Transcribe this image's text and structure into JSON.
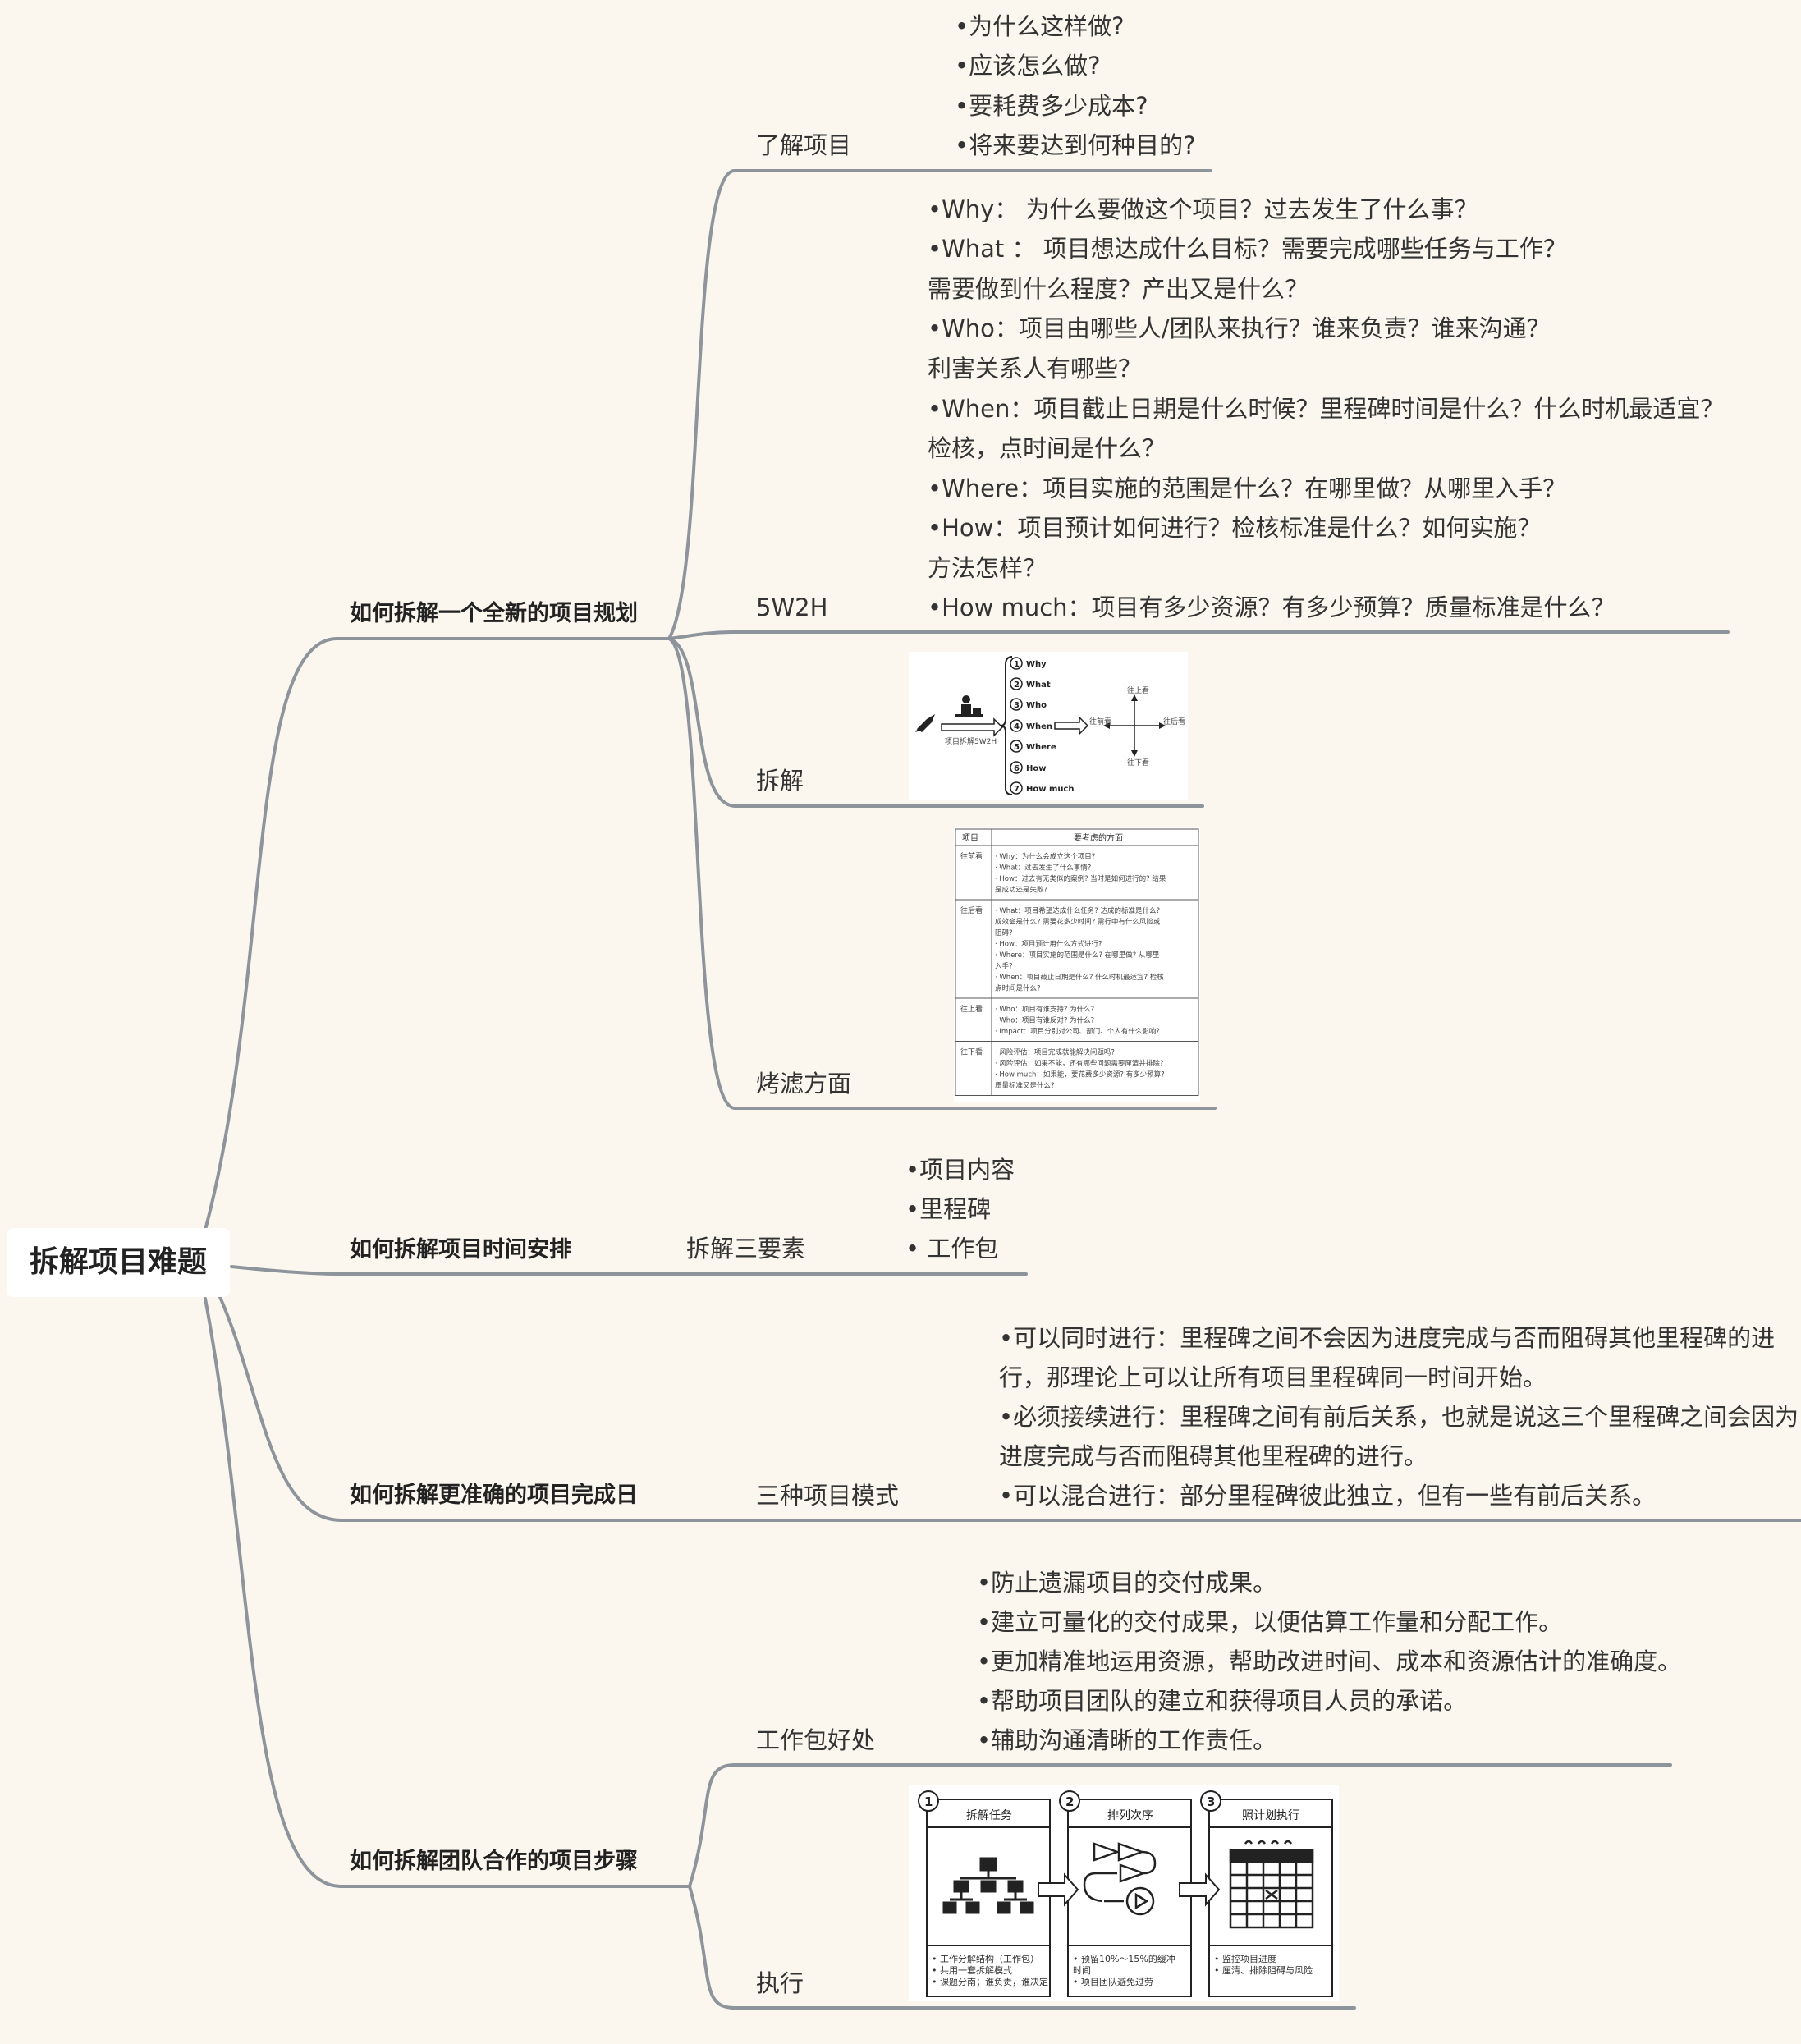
{
  "root": {
    "label": "拆解项目难题"
  },
  "branches": {
    "plan": {
      "label": "如何拆解一个全新的项目规划",
      "understand": {
        "label": "了解项目",
        "notes": [
          "•为什么这样做?",
          "•应该怎么做?",
          "•要耗费多少成本?",
          "•将来要达到何种目的?"
        ]
      },
      "w5h2": {
        "label": "5W2H",
        "notes": [
          "•Why：  为什么要做这个项目？过去发生了什么事？",
          "•What ：  项目想达成什么目标？需要完成哪些任务与工作？",
          "需要做到什么程度？产出又是什么？",
          "•Who：项目由哪些人/团队来执行？谁来负责？谁来沟通？",
          "利害关系人有哪些？",
          "•When：项目截止日期是什么时候？里程碑时间是什么？什么时机最适宜？",
          "检核，点时间是什么？",
          "•Where：项目实施的范围是什么？在哪里做？从哪里入手？",
          "•How：项目预计如何进行？检核标准是什么？如何实施？",
          "方法怎样？",
          "•How much：项目有多少资源？有多少预算？质量标准是什么？"
        ]
      },
      "breakdown": {
        "label": "拆解",
        "image": {
          "items": [
            "Why",
            "What",
            "Who",
            "When",
            "Where",
            "How",
            "How much"
          ],
          "caption": "项目拆解5W2H",
          "axis_up": "往上看",
          "axis_down": "往下看",
          "axis_left": "往前看",
          "axis_right": "往后看"
        }
      },
      "filter": {
        "label": "烤滤方面",
        "table": {
          "headers": [
            "项目",
            "要考虑的方面"
          ],
          "rows": [
            {
              "name": "往前看",
              "lines": [
                "· Why：为什么会成立这个项目?",
                "· What：过去发生了什么事情?",
                "· How：过去有无类似的案例? 当时是如何进行的? 结果",
                "  是成功还是失败?"
              ]
            },
            {
              "name": "往后看",
              "lines": [
                "· What：项目希望达成什么任务? 达成的标准是什么?",
                "  成效会是什么? 需要花多少时间? 需行中有什么风险或",
                "  阻碍?",
                "· How：项目预计用什么方式进行?",
                "· Where：项目实施的范围是什么? 在哪里做? 从哪里",
                "  入手?",
                "· When：项目截止日期是什么? 什么时机最适宜? 检核",
                "  点时间是什么?"
              ]
            },
            {
              "name": "往上看",
              "lines": [
                "· Who：项目有谁支持? 为什么?",
                "· Who：项目有谁反对? 为什么?",
                "· Impact：项目分别对公司、部门、个人有什么影响?"
              ]
            },
            {
              "name": "往下看",
              "lines": [
                "· 风险评估：项目完成就能解决问题吗?",
                "· 风险评估：如果不能，还有哪些问题需要厘清并排除?",
                "· How much：如果能，要花费多少资源? 有多少预算?",
                "  质量标准又是什么?"
              ]
            }
          ]
        }
      }
    },
    "time": {
      "label": "如何拆解项目时间安排",
      "three": {
        "label": "拆解三要素",
        "notes": [
          "•项目内容",
          "•里程碑",
          "• 工作包"
        ]
      }
    },
    "date": {
      "label": "如何拆解更准确的项目完成日",
      "modes": {
        "label": "三种项目模式",
        "notes": [
          "•可以同时进行：里程碑之间不会因为进度完成与否而阻碍其他里程碑的进",
          "行，那理论上可以让所有项目里程碑同一时间开始。",
          "•必须接续进行：里程碑之间有前后关系，也就是说这三个里程碑之间会因为",
          "进度完成与否而阻碍其他里程碑的进行。",
          "•可以混合进行：部分里程碑彼此独立，但有一些有前后关系。"
        ]
      }
    },
    "team": {
      "label": "如何拆解团队合作的项目步骤",
      "benefits": {
        "label": "工作包好处",
        "notes": [
          "•防止遗漏项目的交付成果。",
          "•建立可量化的交付成果，以便估算工作量和分配工作。",
          "•更加精准地运用资源，帮助改进时间、成本和资源估计的准确度。",
          "•帮助项目团队的建立和获得项目人员的承诺。",
          "•辅助沟通清晰的工作责任。"
        ]
      },
      "execute": {
        "label": "执行",
        "cards": [
          {
            "num": "1",
            "title": "拆解任务",
            "notes": [
              "• 工作分解结构（工作包）",
              "• 共用一套拆解模式",
              "• 课题分南；谁负责，谁决定"
            ]
          },
          {
            "num": "2",
            "title": "排列次序",
            "notes": [
              "• 预留10%～15%的缓冲",
              "  时间",
              "• 项目团队避免过劳"
            ]
          },
          {
            "num": "3",
            "title": "照计划执行",
            "notes": [
              "• 监控项目进度",
              "• 厘清、排除阻碍与风险"
            ]
          }
        ]
      }
    }
  },
  "colors": {
    "background": "#fbf7ee",
    "line": "#8e949b",
    "text": "#333333"
  }
}
